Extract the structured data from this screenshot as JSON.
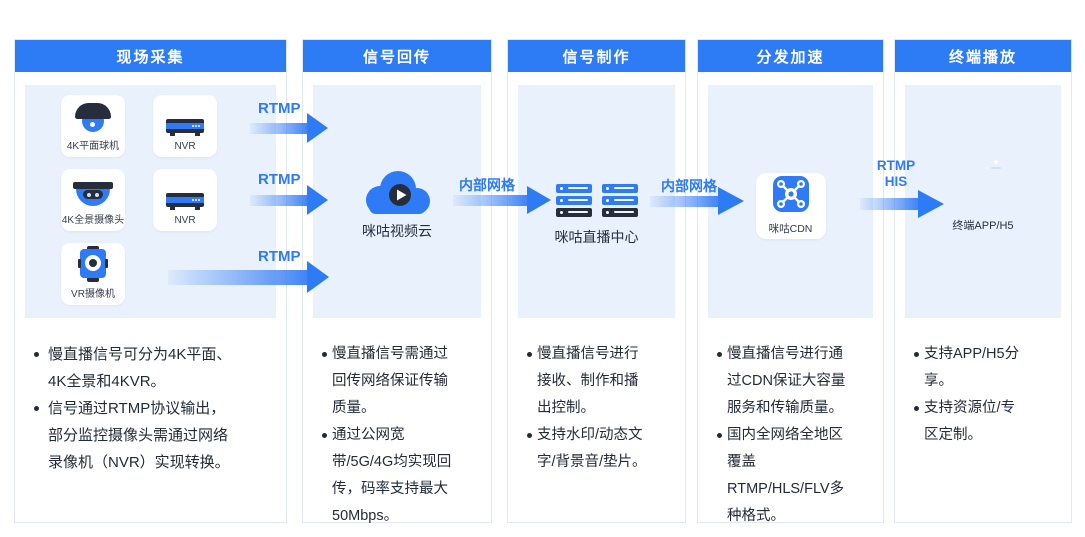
{
  "colors": {
    "accent": "#2E7CF5",
    "panel_bg": "#E8F1FC",
    "icon_dark": "#262D3C",
    "text": "#232B39"
  },
  "columns": [
    {
      "header": "现场采集",
      "devices": [
        {
          "label": "4K平面球机"
        },
        {
          "label": "NVR"
        },
        {
          "label": "4K全景摄像头"
        },
        {
          "label": "NVR"
        },
        {
          "label": "VR摄像机"
        }
      ],
      "bullets": [
        "慢直播信号可分为4K平面、4K全景和4KVR。",
        "信号通过RTMP协议输出，部分监控摄像头需通过网络录像机（NVR）实现转换。"
      ]
    },
    {
      "header": "信号回传",
      "node": "咪咕视频云",
      "bullets": [
        "慢直播信号需通过回传网络保证传输质量。",
        "通过公网宽带/5G/4G均实现回传，码率支持最大50Mbps。"
      ]
    },
    {
      "header": "信号制作",
      "node": "咪咕直播中心",
      "bullets": [
        "慢直播信号进行接收、制作和播出控制。",
        "支持水印/动态文字/背景音/垫片。"
      ]
    },
    {
      "header": "分发加速",
      "node": "咪咕CDN",
      "bullets": [
        "慢直播信号进行通过CDN保证大容量服务和传输质量。",
        "国内全网络全地区覆盖RTMP/HLS/FLV多种格式。"
      ]
    },
    {
      "header": "终端播放",
      "node": "终端APP/H5",
      "bullets": [
        "支持APP/H5分享。",
        "支持资源位/专区定制。"
      ]
    }
  ],
  "arrows": {
    "rtmp_1": "RTMP",
    "rtmp_2": "RTMP",
    "rtmp_3": "RTMP",
    "internal_1": "内部网格",
    "internal_2": "内部网格",
    "rtmp_his_line1": "RTMP",
    "rtmp_his_line2": "HIS"
  }
}
